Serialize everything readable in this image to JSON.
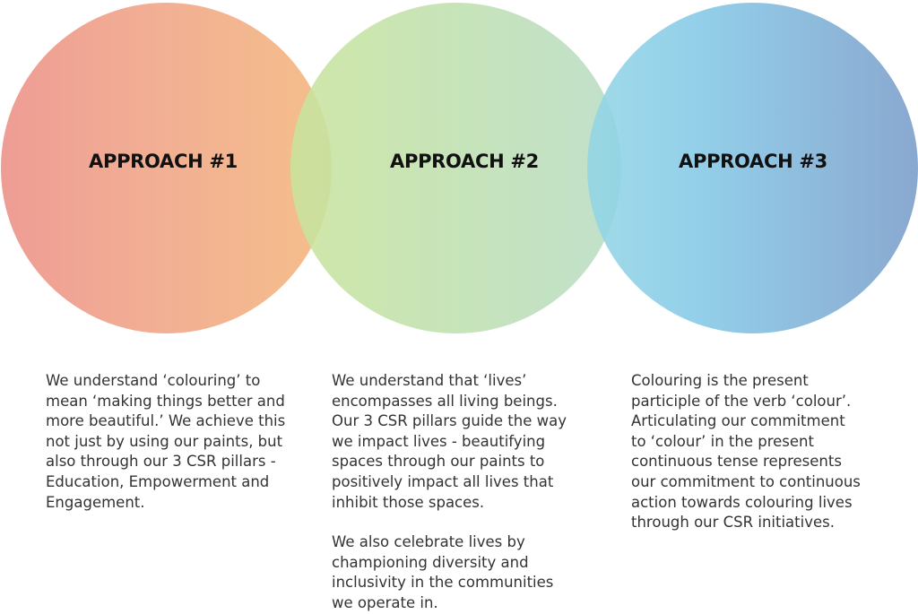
{
  "approaches": [
    {
      "title": "APPROACH #1",
      "color_start": "#ec8f86",
      "color_end": "#f3b67a",
      "paragraphs": [
        [
          "We understand ‘colouring’ to",
          "mean ‘making things better and",
          "more beautiful.’ We achieve this",
          "not just by using our paints, but",
          "also through our 3 CSR pillars -",
          "Education, Empowerment and",
          "Engagement."
        ]
      ]
    },
    {
      "title": "APPROACH #2",
      "color_start": "#c9e49c",
      "color_end": "#b8dcc4",
      "paragraphs": [
        [
          "We understand that ‘lives’",
          "encompasses all living beings.",
          "Our 3 CSR pillars guide the way",
          "we impact lives - beautifying",
          "spaces through our paints to",
          "positively impact all lives that",
          "inhibit those spaces."
        ],
        [
          "We also celebrate lives by",
          "championing diversity and",
          "inclusivity in the communities",
          "we operate in."
        ]
      ]
    },
    {
      "title": "APPROACH #3",
      "color_start": "#93d6e6",
      "color_end": "#7a9cc9",
      "paragraphs": [
        [
          "Colouring is the present",
          "participle of the verb ‘colour’.",
          "Articulating our commitment",
          "to ‘colour’ in the present",
          "continuous tense represents",
          "our commitment to continuous",
          "action towards colouring lives",
          "through our CSR initiatives."
        ]
      ]
    }
  ]
}
